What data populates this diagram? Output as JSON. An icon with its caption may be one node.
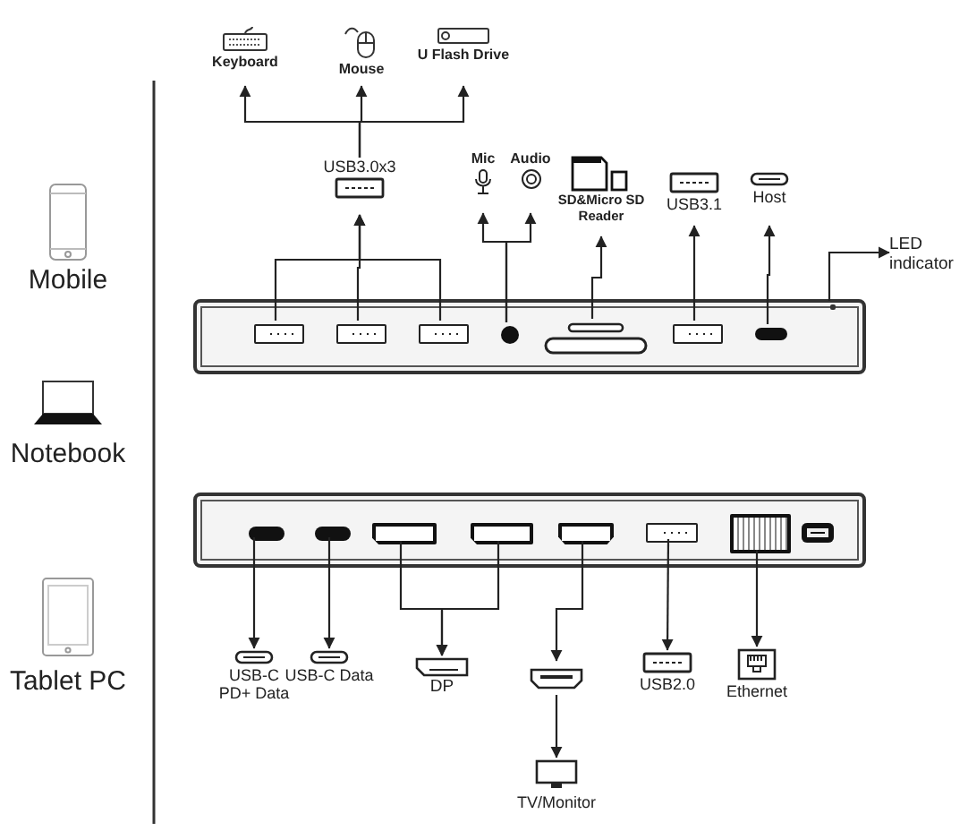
{
  "diagram": {
    "nodes": [
      {
        "text": [
          "Keyboard"
        ]
      },
      {
        "text": [
          "Mouse"
        ]
      },
      {
        "text": [
          "U Flash Drive"
        ]
      },
      {
        "text": [
          "USB3.0x3"
        ]
      },
      {
        "text": [
          "Mic"
        ]
      },
      {
        "text": [
          "Audio"
        ]
      },
      {
        "text": [
          "SD&Micro SD Reader"
        ]
      },
      {
        "text": [
          "USB3.1"
        ]
      },
      {
        "text": [
          "Host"
        ]
      },
      {
        "text": [
          "LED indicator"
        ]
      },
      {
        "text": [],
        "shape": "box"
      },
      {
        "text": [],
        "shape": "box",
        "in": 10
      },
      {
        "text": [],
        "shape": "box",
        "in": 10
      },
      {
        "text": [],
        "shape": "box",
        "in": 10
      },
      {
        "text": [],
        "shape": "circle",
        "in": 10
      },
      {
        "text": [],
        "shape": "box",
        "in": 10
      },
      {
        "text": [],
        "shape": "box",
        "in": 10
      },
      {
        "text": [],
        "shape": "box",
        "in": 10
      },
      {
        "text": [],
        "shape": "box",
        "in": 10
      },
      {
        "text": [],
        "shape": "box"
      },
      {
        "text": [],
        "shape": "box",
        "in": 19
      },
      {
        "text": [],
        "shape": "box",
        "in": 19
      },
      {
        "text": [],
        "shape": "box",
        "in": 19
      },
      {
        "text": [],
        "shape": "box",
        "in": 19
      },
      {
        "text": [],
        "shape": "box",
        "in": 19
      },
      {
        "text": [],
        "shape": "box",
        "in": 19
      },
      {
        "text": [],
        "shape": "box",
        "in": 19
      },
      {
        "text": [
          "USB-C PD+ Data"
        ]
      },
      {
        "text": [
          "USB-C Data"
        ]
      },
      {
        "text": [
          "DP"
        ]
      },
      {
        "text": [],
        "shape": "box"
      },
      {
        "text": [
          "TV/Monitor"
        ]
      },
      {
        "text": [
          "USB2.0"
        ]
      },
      {
        "text": [
          "Ethernet"
        ]
      }
    ],
    "edges": [
      {
        "from": 11,
        "to": 3,
        "arrow": "to"
      },
      {
        "from": 12,
        "to": 3,
        "arrow": "to"
      },
      {
        "from": 13,
        "to": 3,
        "arrow": "to"
      },
      {
        "from": 3,
        "to": 0,
        "arrow": "to"
      },
      {
        "from": 3,
        "to": 1,
        "arrow": "to"
      },
      {
        "from": 3,
        "to": 2,
        "arrow": "to"
      },
      {
        "from": 14,
        "to": 4,
        "arrow": "to"
      },
      {
        "from": 14,
        "to": 5,
        "arrow": "to"
      },
      {
        "from": 15,
        "to": 6,
        "arrow": "to"
      },
      {
        "from": 16,
        "to": 7,
        "arrow": "to"
      },
      {
        "from": 17,
        "to": 8,
        "arrow": "to"
      },
      {
        "from": 18,
        "to": 9,
        "arrow": "to"
      },
      {
        "from": 20,
        "to": 27,
        "arrow": "to"
      },
      {
        "from": 21,
        "to": 28,
        "arrow": "to"
      },
      {
        "from": 22,
        "to": 29,
        "arrow": "to"
      },
      {
        "from": 23,
        "to": 29,
        "arrow": "to"
      },
      {
        "from": 24,
        "to": 30,
        "arrow": "to"
      },
      {
        "from": 30,
        "to": 31,
        "arrow": "to"
      },
      {
        "from": 25,
        "to": 32,
        "arrow": "to"
      },
      {
        "from": 26,
        "to": 33,
        "arrow": "to"
      }
    ],
    "labels": [
      "Mobile",
      "Notebook",
      "Tablet PC"
    ]
  }
}
